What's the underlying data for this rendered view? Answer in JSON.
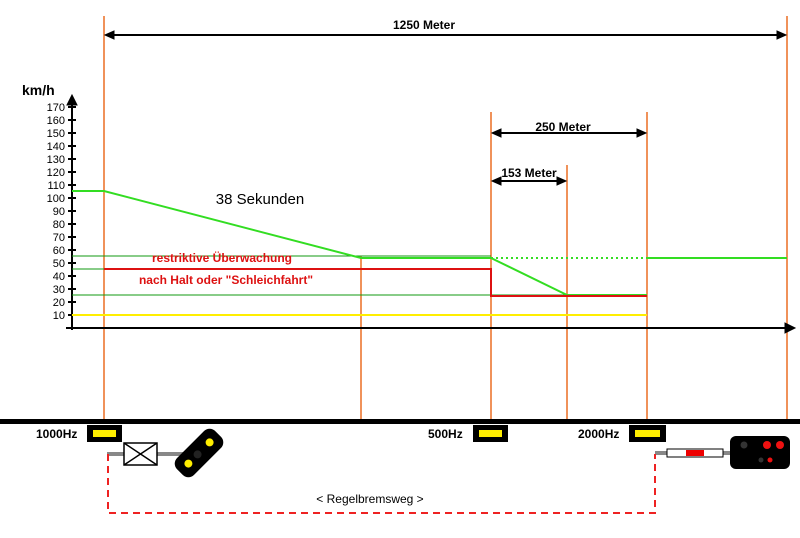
{
  "labels": {
    "total_distance": "1250 Meter",
    "distance_250": "250 Meter",
    "distance_153": "153 Meter",
    "duration": "38 Sekunden",
    "speed_unit": "km/h",
    "restrictive_line1": "restriktive Überwachung",
    "restrictive_line2": "nach Halt oder \"Schleichfahrt\"",
    "magnet_1000": "1000Hz",
    "magnet_500": "500Hz",
    "magnet_2000": "2000Hz",
    "brake_distance": "< Regelbremsweg >"
  },
  "axis": {
    "y_ticks": [
      10,
      20,
      30,
      40,
      50,
      60,
      70,
      80,
      90,
      100,
      110,
      120,
      130,
      140,
      150,
      160,
      170
    ]
  },
  "colors": {
    "marker_line": "#f0925a",
    "speed_curve": "#33dd22",
    "restrictive_curve": "#dd1111",
    "yellow_limit": "#ffee00",
    "magnet_fill": "#ffee00",
    "brake_dashed": "#ee2222",
    "text_red": "#dd1111"
  },
  "icons": {
    "magnet": "track-magnet-icon",
    "level_crossing": "level-crossing-icon",
    "distant_signal": "distant-signal-icon",
    "main_signal": "main-signal-icon",
    "barrier": "barrier-icon"
  }
}
